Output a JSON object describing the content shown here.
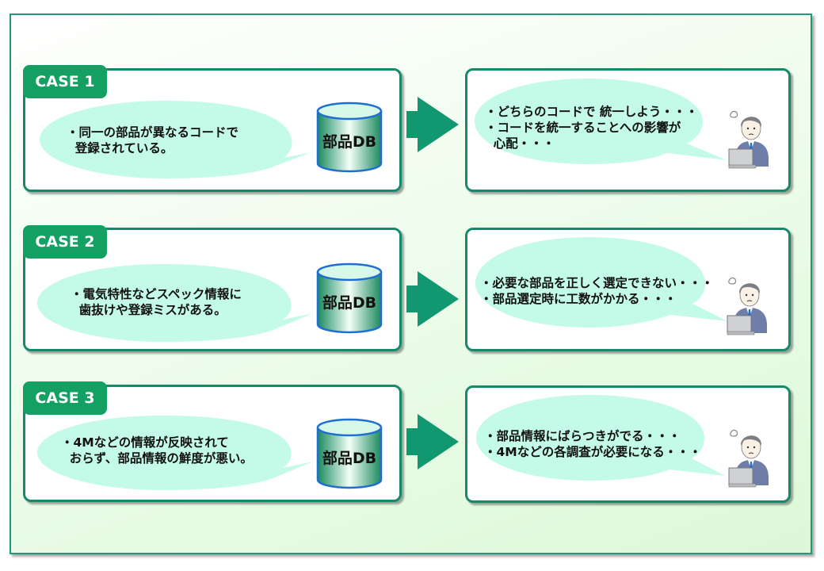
{
  "diagram": {
    "colors": {
      "accent_green": "#13a062",
      "panel_border": "#158a6a",
      "arrow_fill": "#119870",
      "bubble_fill": "#c4fae8",
      "cylinder_outline": "#1e6fd0"
    },
    "database_label": "部品DB",
    "cases": [
      {
        "tag": "CASE 1",
        "issue_lines": [
          "・同一の部品が異なるコードで",
          "  登録されている。"
        ],
        "consequence_lines": [
          "・どちらのコードで 統一しよう・・・",
          "・コードを統一することへの影響が",
          "  心配・・・"
        ]
      },
      {
        "tag": "CASE 2",
        "issue_lines": [
          "・電気特性などスペック情報に",
          "  歯抜けや登録ミスがある。"
        ],
        "consequence_lines": [
          "・必要な部品を正しく選定できない・・・",
          "・部品選定時に工数がかかる・・・"
        ]
      },
      {
        "tag": "CASE 3",
        "issue_lines": [
          "・4Mなどの情報が反映されて",
          "  おらず、部品情報の鮮度が悪い。"
        ],
        "consequence_lines": [
          "・部品情報にばらつきがでる・・・",
          "・4Mなどの各調査が必要になる・・・"
        ]
      }
    ],
    "icons": {
      "database": "database-cylinder-icon",
      "arrow": "right-arrow-icon",
      "person": "worried-businessman-laptop-icon"
    }
  }
}
